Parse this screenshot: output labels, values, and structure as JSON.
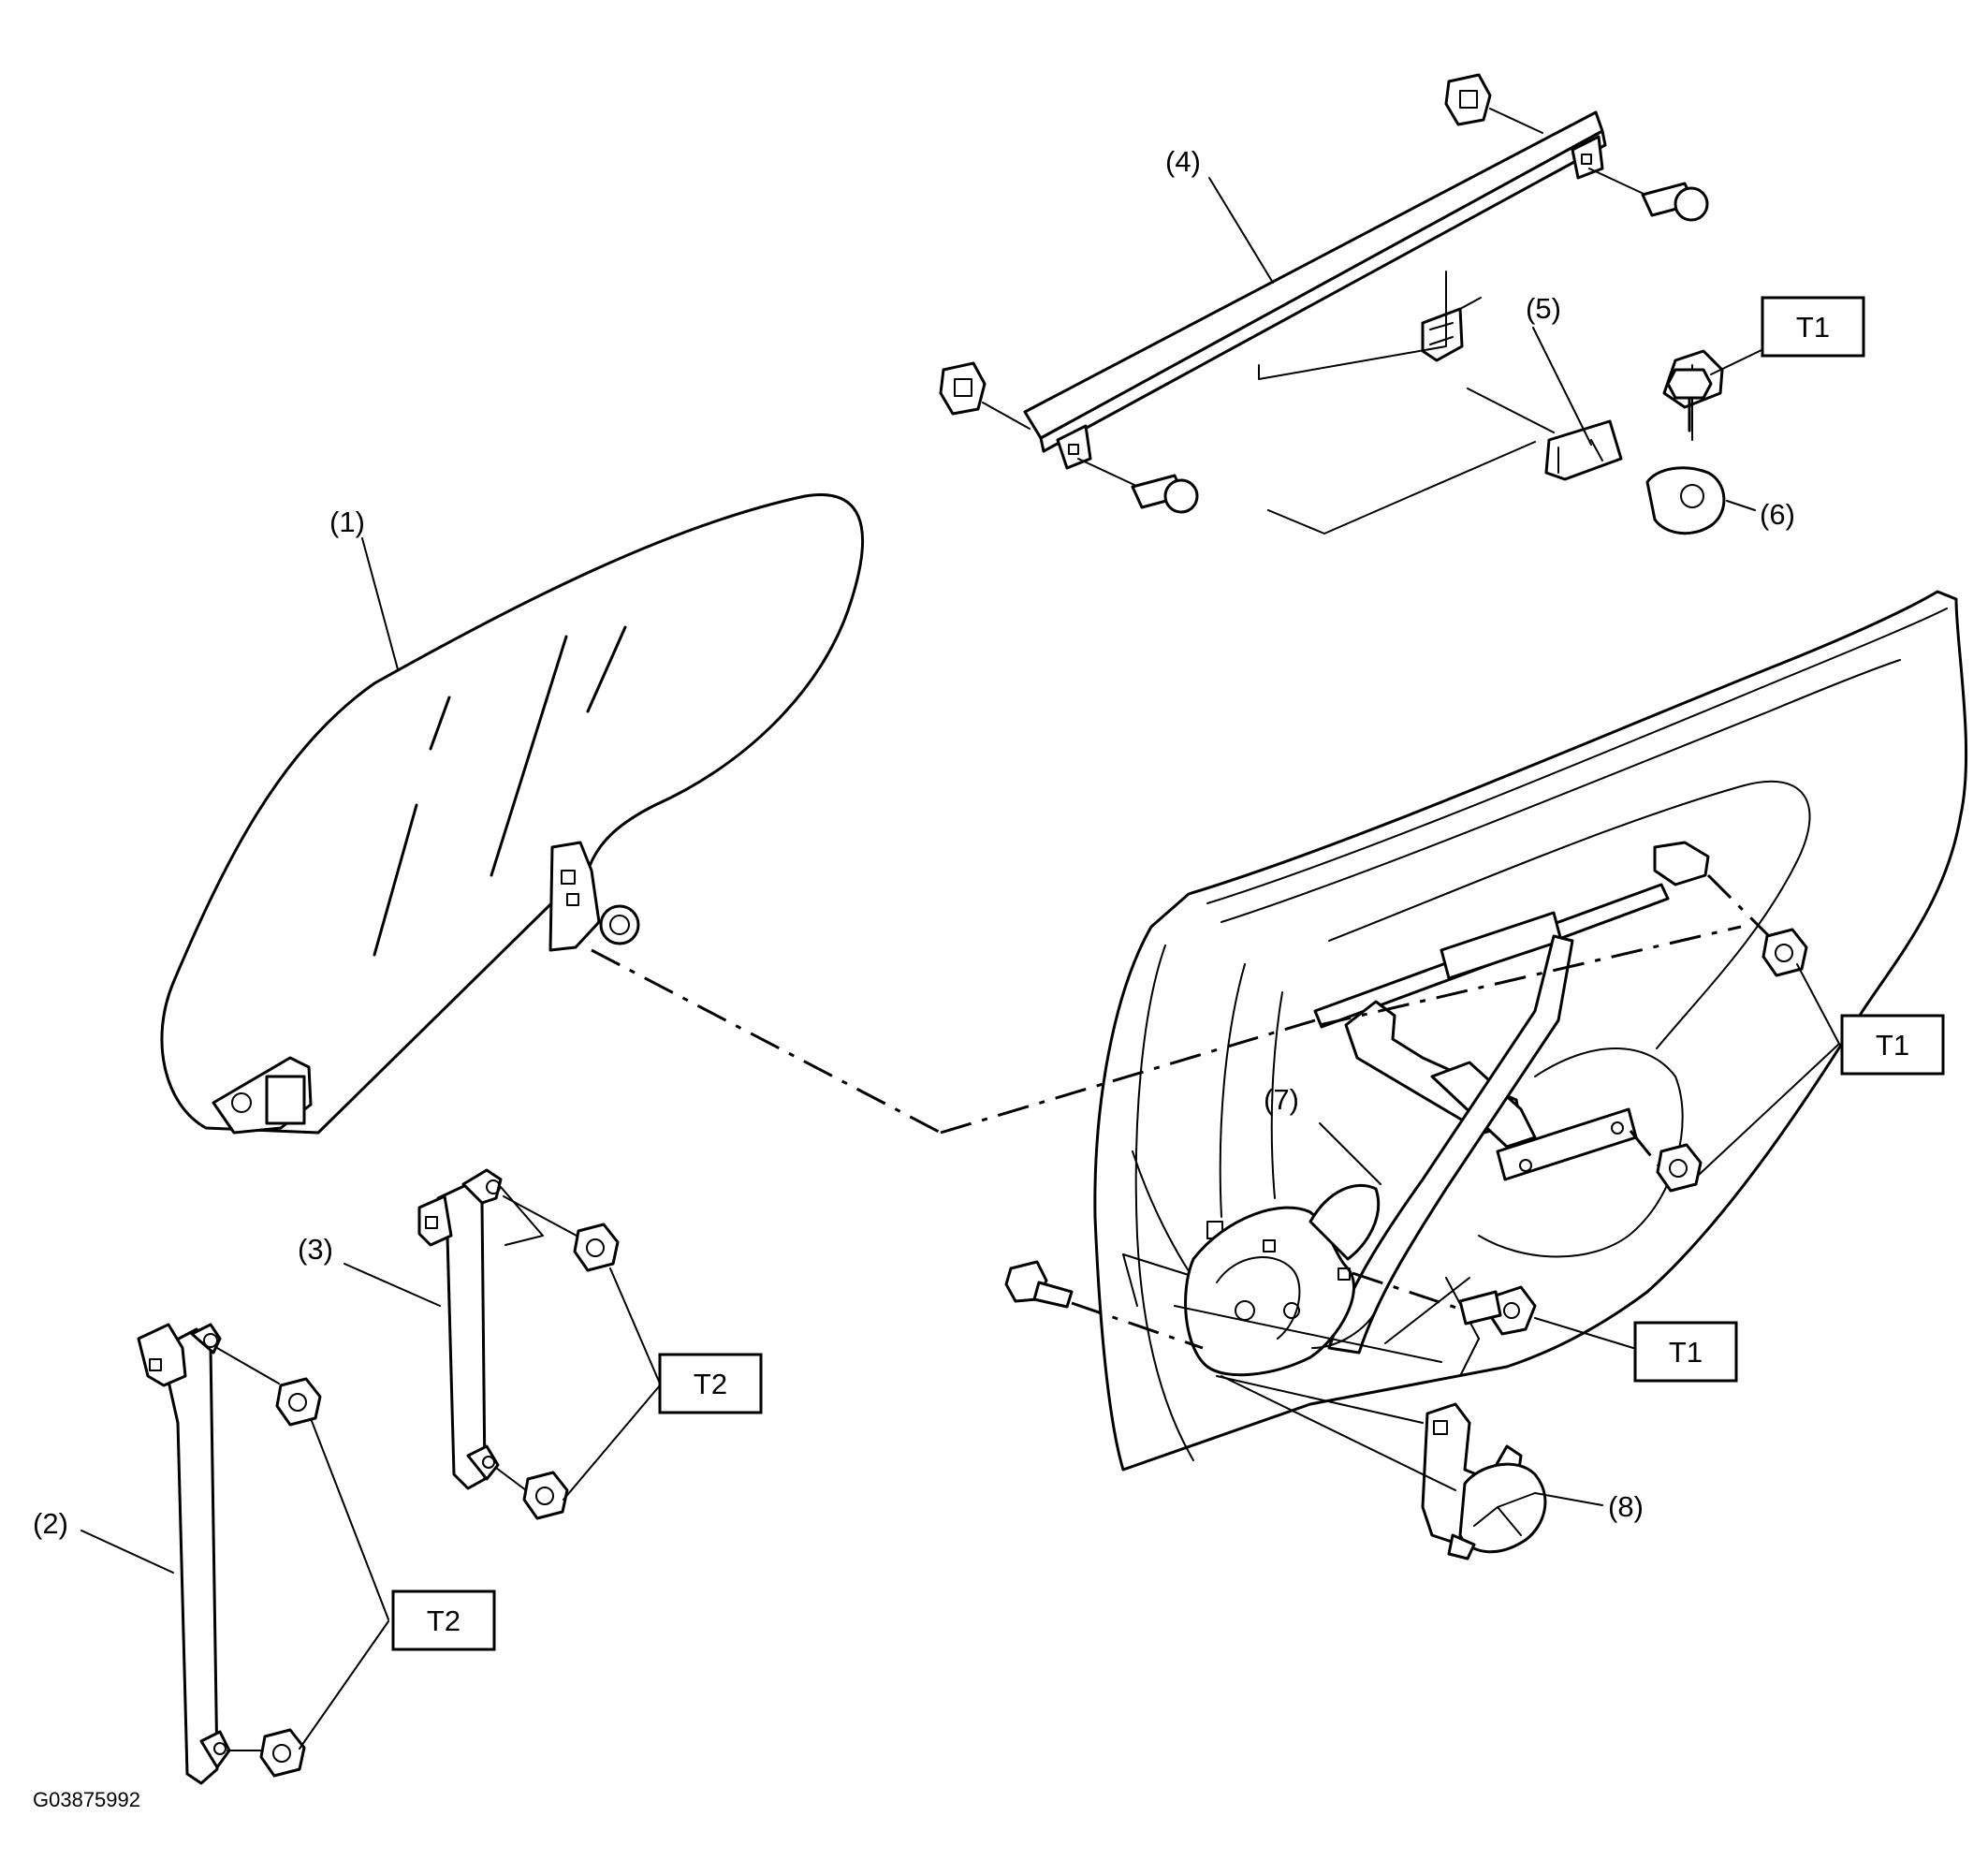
{
  "diagram": {
    "callouts": {
      "glass": "(1)",
      "rear_regulator_rail": "(2)",
      "front_regulator_rail": "(3)",
      "outer_weatherstrip": "(4)",
      "clip": "(5)",
      "stopper": "(6)",
      "regulator_assembly": "(7)",
      "motor": "(8)"
    },
    "torque_labels": {
      "t1_stopper_bolt": "T1",
      "t1_regulator_nuts": "T1",
      "t1_regulator_bolt": "T1",
      "t2_front_rail_nuts": "T2",
      "t2_rear_rail_nuts": "T2"
    },
    "figure_code": "G03875992"
  }
}
